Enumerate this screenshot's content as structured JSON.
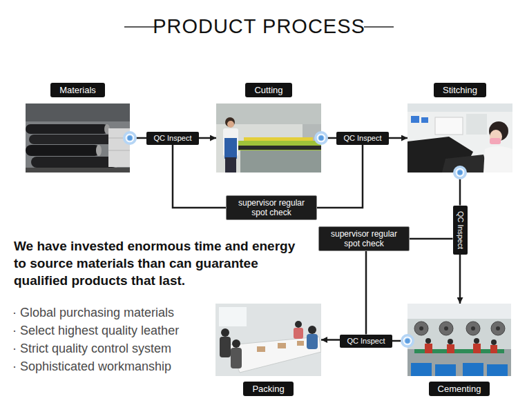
{
  "diagram": {
    "title": "PRODUCT PROCESS",
    "nodes": [
      {
        "text": [
          "Materials"
        ]
      },
      {
        "text": [
          "QC Inspect"
        ]
      },
      {
        "text": [
          "Cutting"
        ]
      },
      {
        "text": [
          "QC Inspect"
        ]
      },
      {
        "text": [
          "supervisor regular spot check"
        ]
      },
      {
        "text": [
          "Stitching"
        ]
      },
      {
        "text": [
          "QC Inspect"
        ]
      },
      {
        "text": [
          "supervisor regular spot check"
        ]
      },
      {
        "text": [
          "Cementing"
        ]
      },
      {
        "text": [
          "QC Inspect"
        ]
      },
      {
        "text": [
          "Packing"
        ]
      }
    ],
    "edges": [
      {
        "from": 0,
        "to": 1,
        "arrow": "none"
      },
      {
        "from": 1,
        "to": 2,
        "arrow": "to"
      },
      {
        "from": 2,
        "to": 3,
        "arrow": "none"
      },
      {
        "from": 3,
        "to": 5,
        "arrow": "to"
      },
      {
        "from": 5,
        "to": 6,
        "arrow": "none"
      },
      {
        "from": 6,
        "to": 8,
        "arrow": "to"
      },
      {
        "from": 8,
        "to": 9,
        "arrow": "none"
      },
      {
        "from": 9,
        "to": 10,
        "arrow": "to"
      },
      {
        "from": 4,
        "to": 1,
        "arrow": "none"
      },
      {
        "from": 4,
        "to": 3,
        "arrow": "none"
      },
      {
        "from": 7,
        "to": 6,
        "arrow": "none"
      },
      {
        "from": 7,
        "to": 9,
        "arrow": "none"
      }
    ],
    "labels": [
      "We have invested enormous time and energy to source materials than can guarantee qualified products that last.",
      "· Global purchasing materials",
      "· Select highest quality leather",
      "· Strict quality control system",
      "· Sophisticated workmanship"
    ]
  }
}
